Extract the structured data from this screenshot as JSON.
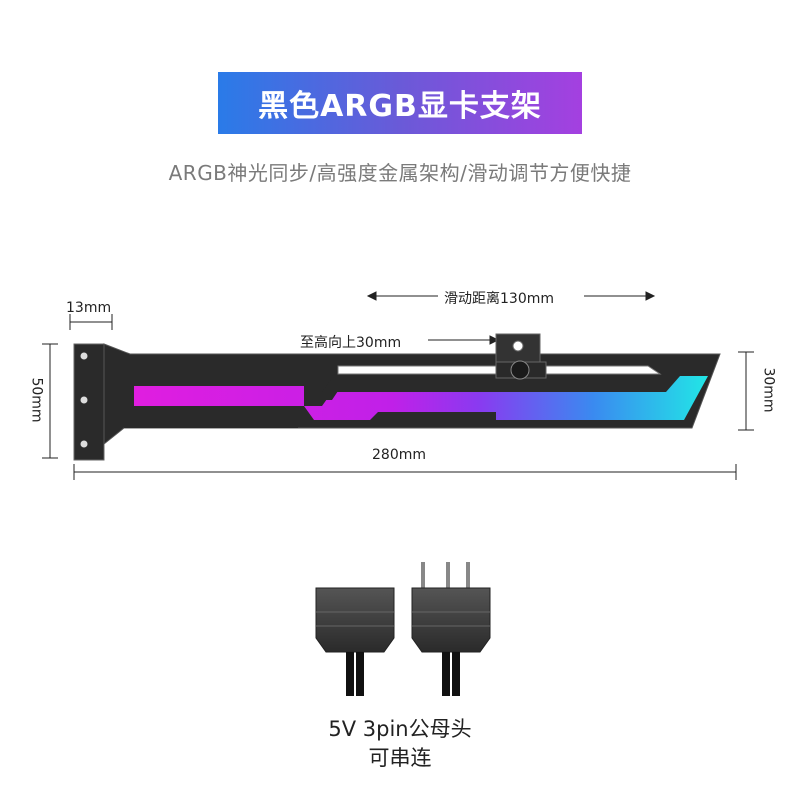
{
  "banner": {
    "title": "黑色ARGB显卡支架",
    "gradient": [
      "#2a7be8",
      "#a440e0"
    ]
  },
  "subtitle": "ARGB神光同步/高强度金属架构/滑动调节方便快捷",
  "dimensions": {
    "bracket_width": "13mm",
    "slide_distance": "滑动距离130mm",
    "raise_height": "至高向上30mm",
    "total_height": "50mm",
    "rail_height": "30mm",
    "total_length": "280mm"
  },
  "connector": {
    "line1": "5V 3pin公母头",
    "line2": "可串连"
  },
  "colors": {
    "frame": "#2a2a2a",
    "led_magenta": "#e01ee0",
    "led_purple": "#8a3af0",
    "led_blue": "#3a8af0",
    "led_cyan": "#22e6e6"
  }
}
